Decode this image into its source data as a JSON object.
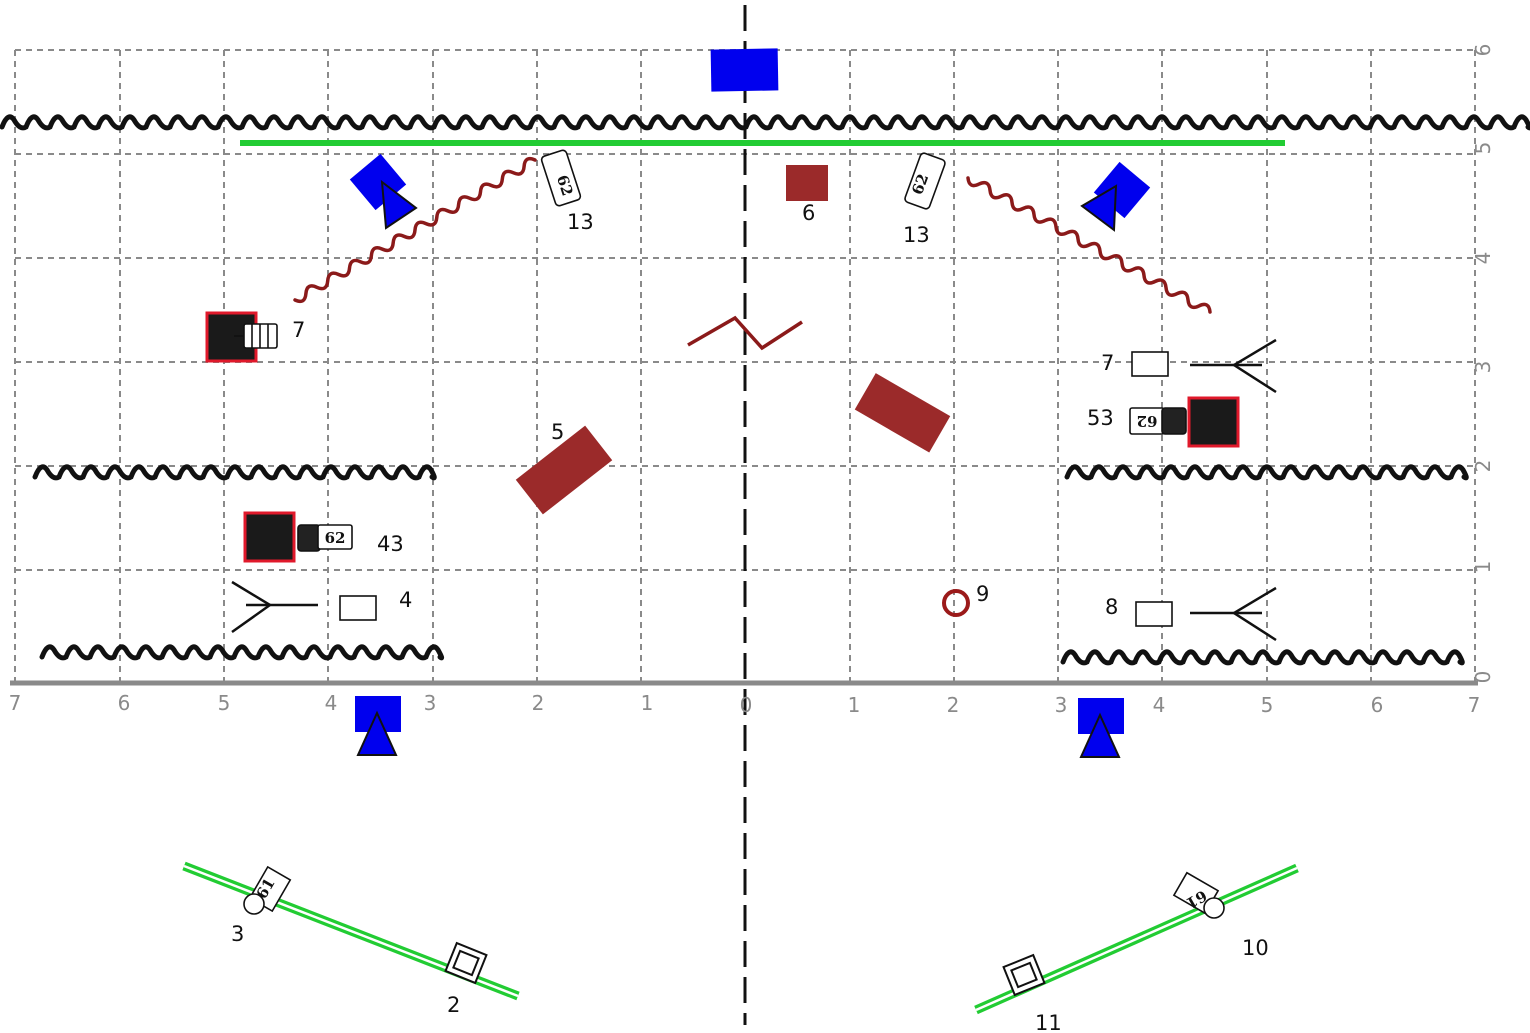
{
  "axes": {
    "x_ticks_left": [
      "7",
      "6",
      "5",
      "4",
      "3",
      "2",
      "1",
      "0"
    ],
    "x_ticks_right": [
      "1",
      "2",
      "3",
      "4",
      "5",
      "6",
      "7"
    ],
    "y_ticks": [
      "0",
      "1",
      "2",
      "3",
      "4",
      "5",
      "6"
    ]
  },
  "markers": {
    "m13_left": "13",
    "m13_right": "13",
    "m6": "6",
    "m7_left": "7",
    "m7_right": "7",
    "m53": "53",
    "m5": "5",
    "m43": "43",
    "m4": "4",
    "m9": "9",
    "m8": "8",
    "m3": "3",
    "m2": "2",
    "m10": "10",
    "m11": "11"
  },
  "tags": {
    "t62": "62",
    "t61": "61"
  },
  "colors": {
    "grid": "#8a8a8a",
    "cable": "#111111",
    "green_line": "#22cc33",
    "blue": "#0000ee",
    "obstacle": "#9b2a2a",
    "box_fill": "#1a1a1a",
    "box_border": "#e0192b"
  }
}
